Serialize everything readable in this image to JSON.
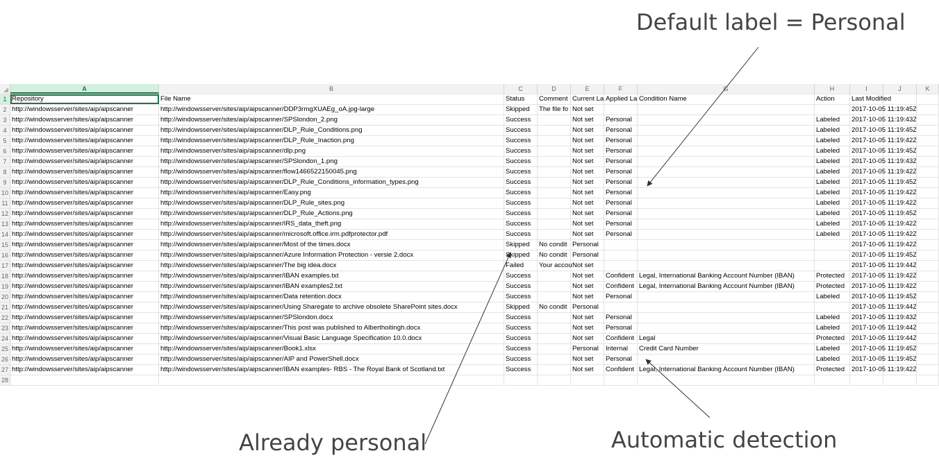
{
  "annotations": {
    "top": "Default label = Personal",
    "left": "Already personal",
    "right": "Automatic detection"
  },
  "sheet": {
    "columns": [
      "A",
      "B",
      "C",
      "D",
      "E",
      "F",
      "G",
      "H",
      "I",
      "J",
      "K"
    ],
    "row_numbers": [
      "1",
      "2",
      "3",
      "4",
      "5",
      "6",
      "7",
      "8",
      "9",
      "10",
      "11",
      "12",
      "13",
      "14",
      "15",
      "16",
      "17",
      "18",
      "19",
      "20",
      "21",
      "22",
      "23",
      "24",
      "25",
      "26",
      "27",
      "28"
    ],
    "header": [
      "Repository",
      "File Name",
      "Status",
      "Comment",
      "Current La",
      "Applied La",
      "Condition Name",
      "Action",
      "Last Modified",
      "",
      ""
    ],
    "rows": [
      [
        "http://windowsserver/sites/aip/aipscanner",
        "http://windowsserver/sites/aip/aipscanner/DDP3rmgXUAEg_oA.jpg-large",
        "Skipped",
        "The file fo",
        "Not set",
        "",
        "",
        "",
        "2017-10-05 11:19:45Z",
        "",
        ""
      ],
      [
        "http://windowsserver/sites/aip/aipscanner",
        "http://windowsserver/sites/aip/aipscanner/SPSlondon_2.png",
        "Success",
        "",
        "Not set",
        "Personal",
        "",
        "Labeled",
        "2017-10-05 11:19:43Z",
        "",
        ""
      ],
      [
        "http://windowsserver/sites/aip/aipscanner",
        "http://windowsserver/sites/aip/aipscanner/DLP_Rule_Conditions.png",
        "Success",
        "",
        "Not set",
        "Personal",
        "",
        "Labeled",
        "2017-10-05 11:19:45Z",
        "",
        ""
      ],
      [
        "http://windowsserver/sites/aip/aipscanner",
        "http://windowsserver/sites/aip/aipscanner/DLP_Rule_Inaction.png",
        "Success",
        "",
        "Not set",
        "Personal",
        "",
        "Labeled",
        "2017-10-05 11:19:42Z",
        "",
        ""
      ],
      [
        "http://windowsserver/sites/aip/aipscanner",
        "http://windowsserver/sites/aip/aipscanner/dlp.png",
        "Success",
        "",
        "Not set",
        "Personal",
        "",
        "Labeled",
        "2017-10-05 11:19:45Z",
        "",
        ""
      ],
      [
        "http://windowsserver/sites/aip/aipscanner",
        "http://windowsserver/sites/aip/aipscanner/SPSlondon_1.png",
        "Success",
        "",
        "Not set",
        "Personal",
        "",
        "Labeled",
        "2017-10-05 11:19:43Z",
        "",
        ""
      ],
      [
        "http://windowsserver/sites/aip/aipscanner",
        "http://windowsserver/sites/aip/aipscanner/flow1466522150045.png",
        "Success",
        "",
        "Not set",
        "Personal",
        "",
        "Labeled",
        "2017-10-05 11:19:42Z",
        "",
        ""
      ],
      [
        "http://windowsserver/sites/aip/aipscanner",
        "http://windowsserver/sites/aip/aipscanner/DLP_Rule_Conditions_information_types.png",
        "Success",
        "",
        "Not set",
        "Personal",
        "",
        "Labeled",
        "2017-10-05 11:19:45Z",
        "",
        ""
      ],
      [
        "http://windowsserver/sites/aip/aipscanner",
        "http://windowsserver/sites/aip/aipscanner/Easy.png",
        "Success",
        "",
        "Not set",
        "Personal",
        "",
        "Labeled",
        "2017-10-05 11:19:42Z",
        "",
        ""
      ],
      [
        "http://windowsserver/sites/aip/aipscanner",
        "http://windowsserver/sites/aip/aipscanner/DLP_Rule_sites.png",
        "Success",
        "",
        "Not set",
        "Personal",
        "",
        "Labeled",
        "2017-10-05 11:19:42Z",
        "",
        ""
      ],
      [
        "http://windowsserver/sites/aip/aipscanner",
        "http://windowsserver/sites/aip/aipscanner/DLP_Rule_Actions.png",
        "Success",
        "",
        "Not set",
        "Personal",
        "",
        "Labeled",
        "2017-10-05 11:19:45Z",
        "",
        ""
      ],
      [
        "http://windowsserver/sites/aip/aipscanner",
        "http://windowsserver/sites/aip/aipscanner/IRS_data_theft.png",
        "Success",
        "",
        "Not set",
        "Personal",
        "",
        "Labeled",
        "2017-10-05 11:19:42Z",
        "",
        ""
      ],
      [
        "http://windowsserver/sites/aip/aipscanner",
        "http://windowsserver/sites/aip/aipscanner/microsoft.office.irm.pdfprotector.pdf",
        "Success",
        "",
        "Not set",
        "Personal",
        "",
        "Labeled",
        "2017-10-05 11:19:42Z",
        "",
        ""
      ],
      [
        "http://windowsserver/sites/aip/aipscanner",
        "http://windowsserver/sites/aip/aipscanner/Most of the times.docx",
        "Skipped",
        "No condit",
        "Personal",
        "",
        "",
        "",
        "2017-10-05 11:19:42Z",
        "",
        ""
      ],
      [
        "http://windowsserver/sites/aip/aipscanner",
        "http://windowsserver/sites/aip/aipscanner/Azure Information Protection - versie 2.docx",
        "Skipped",
        "No condit",
        "Personal",
        "",
        "",
        "",
        "2017-10-05 11:19:45Z",
        "",
        ""
      ],
      [
        "http://windowsserver/sites/aip/aipscanner",
        "http://windowsserver/sites/aip/aipscanner/The big idea.docx",
        "Failed",
        "Your accou",
        "Not set",
        "",
        "",
        "",
        "2017-10-05 11:19:44Z",
        "",
        ""
      ],
      [
        "http://windowsserver/sites/aip/aipscanner",
        "http://windowsserver/sites/aip/aipscanner/IBAN examples.txt",
        "Success",
        "",
        "Not set",
        "Confident",
        "Legal, International Banking Account Number (IBAN)",
        "Protected",
        "2017-10-05 11:19:42Z",
        "",
        ""
      ],
      [
        "http://windowsserver/sites/aip/aipscanner",
        "http://windowsserver/sites/aip/aipscanner/IBAN examples2.txt",
        "Success",
        "",
        "Not set",
        "Confident",
        "Legal, International Banking Account Number (IBAN)",
        "Protected",
        "2017-10-05 11:19:42Z",
        "",
        ""
      ],
      [
        "http://windowsserver/sites/aip/aipscanner",
        "http://windowsserver/sites/aip/aipscanner/Data retention.docx",
        "Success",
        "",
        "Not set",
        "Personal",
        "",
        "Labeled",
        "2017-10-05 11:19:45Z",
        "",
        ""
      ],
      [
        "http://windowsserver/sites/aip/aipscanner",
        "http://windowsserver/sites/aip/aipscanner/Using Sharegate to archive obsolete SharePoint sites.docx",
        "Skipped",
        "No condit",
        "Personal",
        "",
        "",
        "",
        "2017-10-05 11:19:44Z",
        "",
        ""
      ],
      [
        "http://windowsserver/sites/aip/aipscanner",
        "http://windowsserver/sites/aip/aipscanner/SPSlondon.docx",
        "Success",
        "",
        "Not set",
        "Personal",
        "",
        "Labeled",
        "2017-10-05 11:19:43Z",
        "",
        ""
      ],
      [
        "http://windowsserver/sites/aip/aipscanner",
        "http://windowsserver/sites/aip/aipscanner/This post was published to Alberthoitingh.docx",
        "Success",
        "",
        "Not set",
        "Personal",
        "",
        "Labeled",
        "2017-10-05 11:19:44Z",
        "",
        ""
      ],
      [
        "http://windowsserver/sites/aip/aipscanner",
        "http://windowsserver/sites/aip/aipscanner/Visual Basic Language Specification 10.0.docx",
        "Success",
        "",
        "Not set",
        "Confident",
        "Legal",
        "Protected",
        "2017-10-05 11:19:44Z",
        "",
        ""
      ],
      [
        "http://windowsserver/sites/aip/aipscanner",
        "http://windowsserver/sites/aip/aipscanner/Book1.xlsx",
        "Success",
        "",
        "Personal",
        "Internal",
        "Credit Card Number",
        "Labeled",
        "2017-10-05 11:19:45Z",
        "",
        ""
      ],
      [
        "http://windowsserver/sites/aip/aipscanner",
        "http://windowsserver/sites/aip/aipscanner/AIP and PowerShell.docx",
        "Success",
        "",
        "Not set",
        "Personal",
        "",
        "Labeled",
        "2017-10-05 11:19:45Z",
        "",
        ""
      ],
      [
        "http://windowsserver/sites/aip/aipscanner",
        "http://windowsserver/sites/aip/aipscanner/IBAN examples- RBS - The Royal Bank of Scotland.txt",
        "Success",
        "",
        "Not set",
        "Confident",
        "Legal, International Banking Account Number (IBAN)",
        "Protected",
        "2017-10-05 11:19:42Z",
        "",
        ""
      ],
      [
        "",
        "",
        "",
        "",
        "",
        "",
        "",
        "",
        "",
        "",
        ""
      ]
    ]
  }
}
